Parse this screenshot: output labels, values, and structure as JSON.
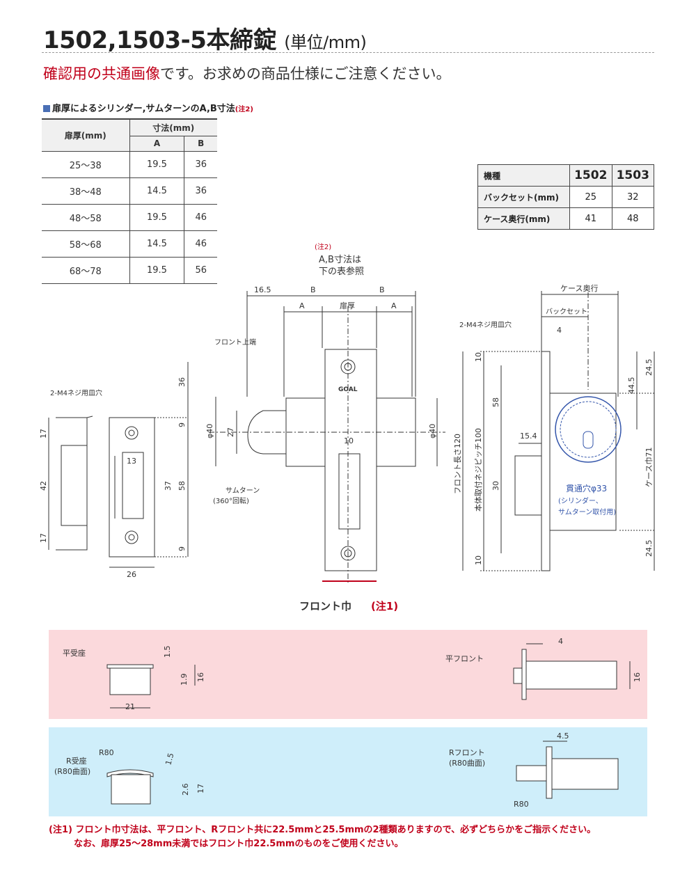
{
  "title": {
    "main": "1502,1503-5本締錠",
    "unit": "(単位/mm)"
  },
  "notice": {
    "highlight": "確認用の共通画像",
    "rest": "です。お求めの商品仕様にご注意ください。"
  },
  "thickness_table": {
    "heading": "扉厚によるシリンダー,サムターンのA,B寸法",
    "heading_note": "(注2)",
    "col_thickness": "扉厚(mm)",
    "col_dim": "寸法(mm)",
    "col_a": "A",
    "col_b": "B",
    "rows": [
      {
        "thickness": "25～38",
        "a": "19.5",
        "b": "36"
      },
      {
        "thickness": "38～48",
        "a": "14.5",
        "b": "36"
      },
      {
        "thickness": "48～58",
        "a": "19.5",
        "b": "46"
      },
      {
        "thickness": "58～68",
        "a": "14.5",
        "b": "46"
      },
      {
        "thickness": "68～78",
        "a": "19.5",
        "b": "56"
      }
    ]
  },
  "model_table": {
    "col_model": "機種",
    "models": [
      "1502",
      "1503"
    ],
    "rows": [
      {
        "label": "バックセット(mm)",
        "values": [
          "25",
          "32"
        ]
      },
      {
        "label": "ケース奥行(mm)",
        "values": [
          "41",
          "48"
        ]
      }
    ]
  },
  "diagram": {
    "note2": "(注2)",
    "ab_ref_1": "A,B寸法は",
    "ab_ref_2": "下の表参照",
    "dim_16_5": "16.5",
    "dim_b": "B",
    "dim_a": "A",
    "door_thickness": "扉厚",
    "front_top": "フロント上端",
    "screw_hole_left": "2-M4ネジ用皿穴",
    "screw_hole_right": "2-M4ネジ用皿穴",
    "brand": "GOAL",
    "thumbturn_1": "サムターン",
    "thumbturn_2": "(360°回転)",
    "front_width": "フロント巾",
    "front_width_note": "(注1)",
    "case_depth": "ケース奥行",
    "backset": "バックセット",
    "dim_4": "4",
    "dim_10": "10",
    "dim_58": "58",
    "dim_30": "30",
    "dim_15_4": "15.4",
    "dim_24_5": "24.5",
    "dim_44_5": "44.5",
    "front_length": "フロント長さ120",
    "screw_pitch": "本体取付ネジピッチ100",
    "case_width": "ケース巾71",
    "through_hole": "貫通穴φ33",
    "through_hole_note_1": "(シリンダー、",
    "through_hole_note_2": "サムターン取付用)",
    "dim_36": "36",
    "dim_9": "9",
    "dim_17": "17",
    "dim_42": "42",
    "dim_13": "13",
    "dim_37": "37",
    "dim_26": "26",
    "dim_phi40": "φ40",
    "dim_27": "27"
  },
  "flat_panel": {
    "strike_label": "平受座",
    "front_label": "平フロント",
    "dim_1_5": "1.5",
    "dim_1_9": "1.9",
    "dim_16": "16",
    "dim_21": "21",
    "dim_4": "4",
    "dim_16_right": "16"
  },
  "r_panel": {
    "strike_label_1": "R受座",
    "strike_label_2": "(R80曲面)",
    "r80": "R80",
    "dim_1_5": "1.5",
    "dim_2_6": "2.6",
    "dim_17": "17",
    "front_label_1": "Rフロント",
    "front_label_2": "(R80曲面)",
    "dim_4_5": "4.5",
    "r80_right": "R80"
  },
  "footnote": {
    "line1": "(注1) フロント巾寸法は、平フロント、Rフロント共に22.5mmと25.5mmの2種類ありますので、必ずどちらかをご指示ください。",
    "line2": "なお、扉厚25～28mm未満ではフロント巾22.5mmのものをご使用ください。"
  },
  "colors": {
    "accent_red": "#c0001a",
    "heading_blue": "#4a6fb5",
    "flat_bg": "#fbd9dc",
    "r_bg": "#cfeefa"
  }
}
